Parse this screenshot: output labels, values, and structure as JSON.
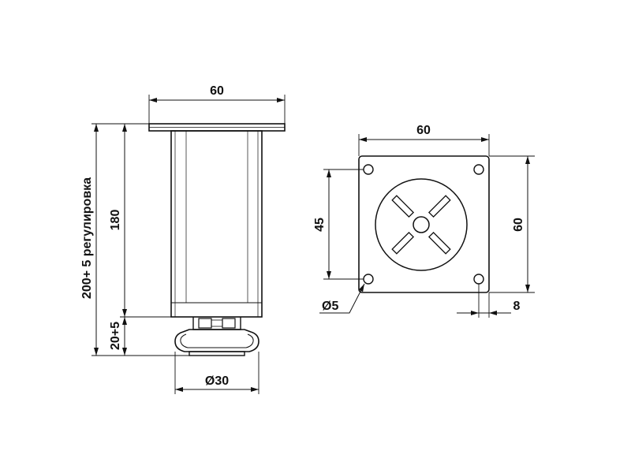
{
  "side_view": {
    "top_width": "60",
    "total_height": "200+ 5 регулировка",
    "body_height": "180",
    "foot_height": "20+5",
    "foot_diameter": "Ø30"
  },
  "top_view": {
    "plate_width": "60",
    "plate_height": "60",
    "hole_spacing": "45",
    "hole_diameter": "Ø5",
    "hole_offset": "8"
  }
}
